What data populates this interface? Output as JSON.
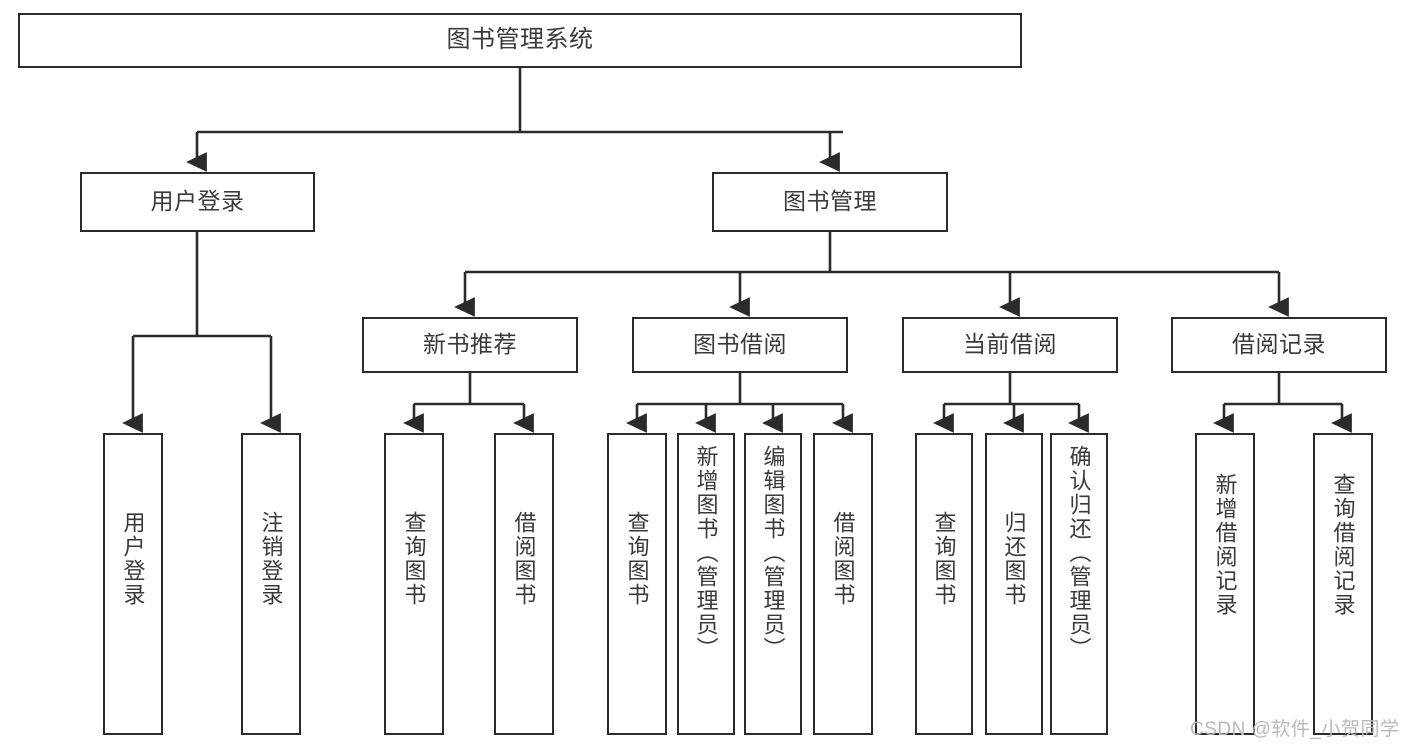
{
  "diagram": {
    "title_node": "图书管理系统",
    "level2": {
      "user_login": "用户登录",
      "book_manage": "图书管理"
    },
    "level3": {
      "new_book_rec": "新书推荐",
      "book_borrow": "图书借阅",
      "current_borrow": "当前借阅",
      "borrow_record": "借阅记录"
    },
    "leaves": {
      "user_login_1": "用户登录",
      "user_login_2": "注销登录",
      "new_book_1": "查询图书",
      "new_book_2": "借阅图书",
      "borrow_1": "查询图书",
      "borrow_2": "新增图书（管理员）",
      "borrow_3": "编辑图书（管理员）",
      "borrow_4": "借阅图书",
      "current_1": "查询图书",
      "current_2": "归还图书",
      "current_3": "确认归还（管理员）",
      "record_1": "新增借阅记录",
      "record_2": "查询借阅记录"
    }
  },
  "watermark": {
    "text": "CSDN @软件_小贺同学"
  },
  "colors": {
    "stroke": "#2b2b2b",
    "text": "#3a3a3a",
    "background": "#ffffff",
    "watermark": "#b9b9b9"
  }
}
